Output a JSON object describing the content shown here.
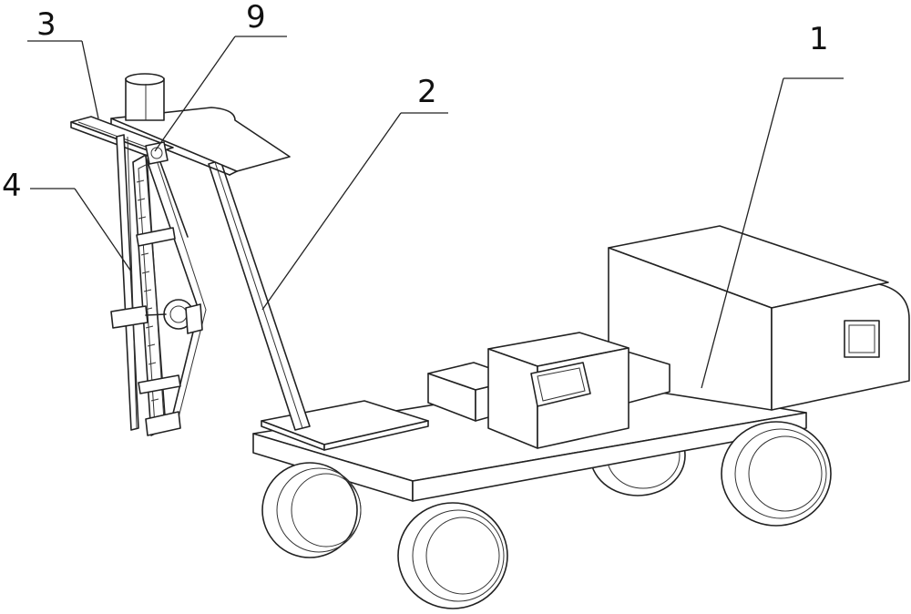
{
  "labels": {
    "vehicle_body": "1",
    "support_arm": "2",
    "crossbeam": "3",
    "cutter_assembly": "4",
    "drive_mechanism": "9"
  },
  "colors": {
    "line": "#222222",
    "background": "#ffffff"
  }
}
